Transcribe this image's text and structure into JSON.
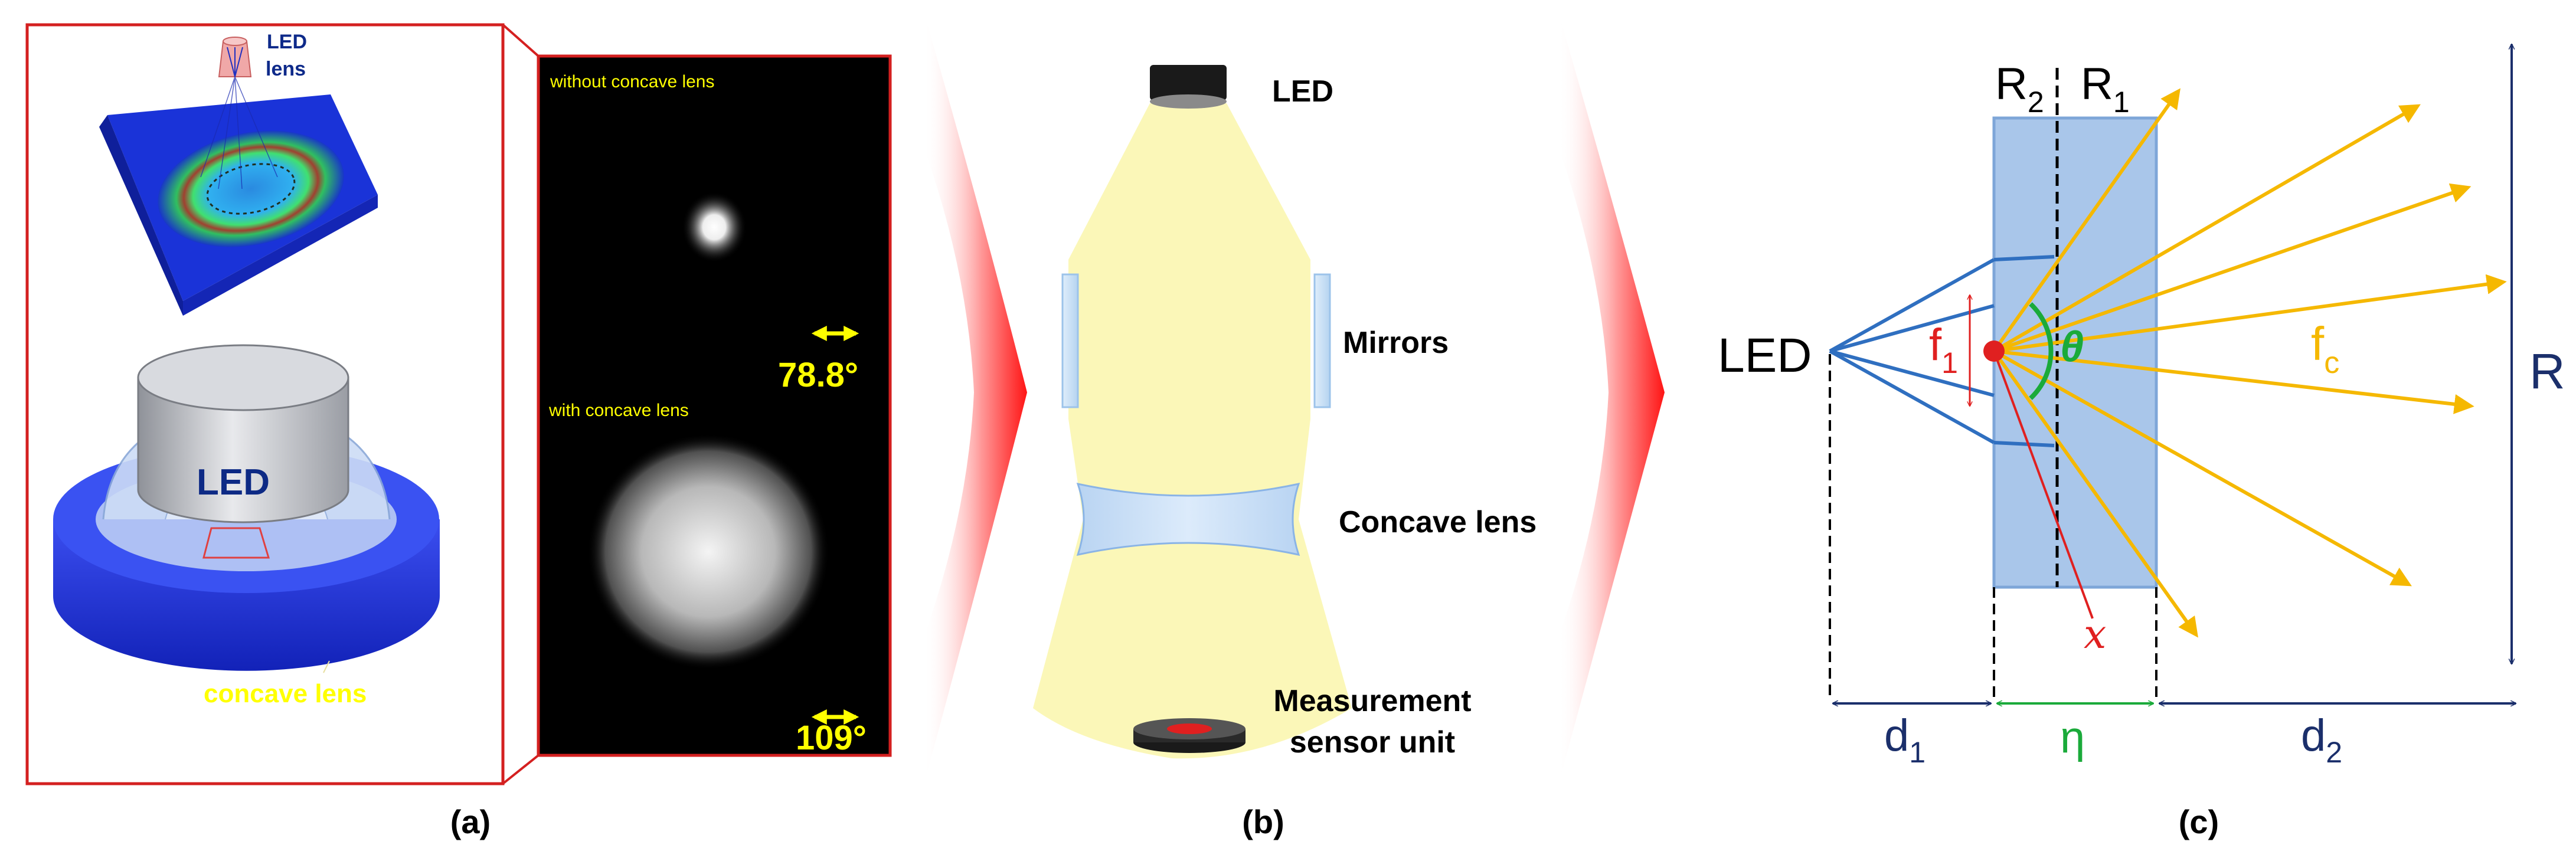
{
  "panel_a": {
    "led_lens_line1": "LED",
    "led_lens_line2": "lens",
    "led_label": "LED",
    "concave_label": "concave lens",
    "without_label": "without concave lens",
    "with_label": "with concave lens",
    "angle_without": "78.8°",
    "angle_with": "109°",
    "caption": "(a)"
  },
  "panel_b": {
    "led_label": "LED",
    "mirrors_label": "Mirrors",
    "concave_label": "Concave lens",
    "sensor_line1": "Measurement",
    "sensor_line2": "sensor unit",
    "caption": "(b)"
  },
  "panel_c": {
    "led_label": "LED",
    "r2_main": "R",
    "r2_sub": "2",
    "r1_main": "R",
    "r1_sub": "1",
    "f1_main": "f",
    "f1_sub": "1",
    "theta": "θ",
    "fc_main": "f",
    "fc_sub": "c",
    "R_label": "R",
    "x_label": "x",
    "d1_main": "d",
    "d1_sub": "1",
    "eta": "η",
    "d2_main": "d",
    "d2_sub": "2",
    "caption": "(c)"
  },
  "colors": {
    "panel_frame": "#d42020",
    "bright_yellow": "#ffff00",
    "beam_yellow": "#fbf7b8",
    "ray_orange": "#f5b800",
    "ray_blue": "#2f6fc0",
    "lens_blue": "#a9c6ea",
    "navy": "#1b2f6b",
    "green": "#1aaa3a",
    "red": "#e02020"
  }
}
